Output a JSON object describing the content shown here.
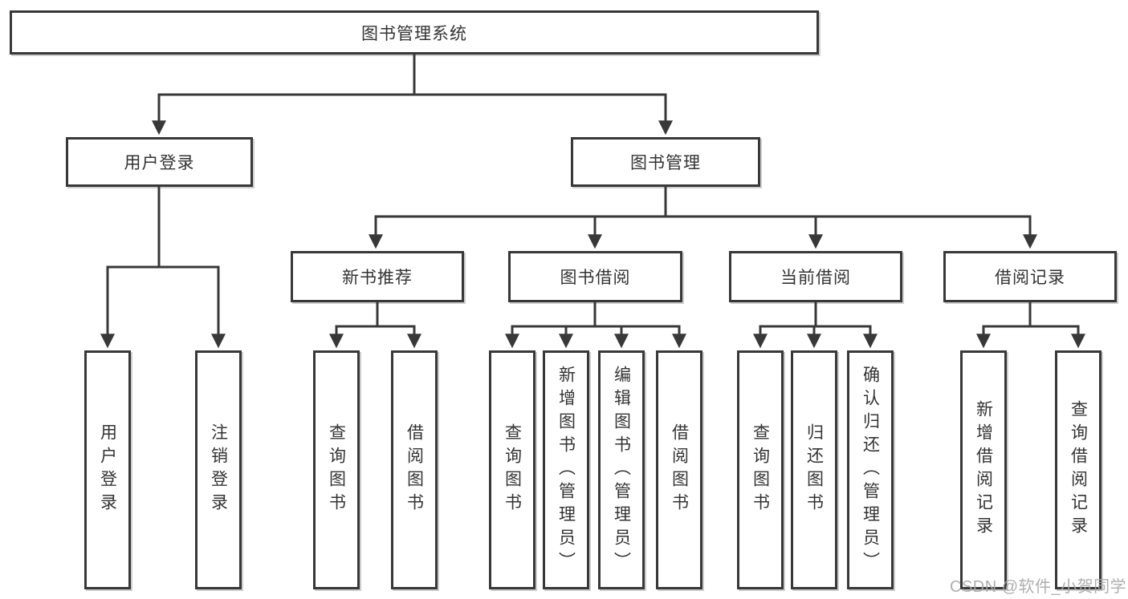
{
  "diagram_type": "hierarchy-tree",
  "colors": {
    "line": "#383838",
    "box_border": "#383838",
    "box_fill": "#ffffff",
    "text": "#333333",
    "watermark": "#a8a8a8"
  },
  "tree": {
    "label": "图书管理系统",
    "children": [
      {
        "label": "用户登录",
        "children": [
          {
            "label": "用户登录"
          },
          {
            "label": "注销登录"
          }
        ]
      },
      {
        "label": "图书管理",
        "children": [
          {
            "label": "新书推荐",
            "children": [
              {
                "label": "查询图书"
              },
              {
                "label": "借阅图书"
              }
            ]
          },
          {
            "label": "图书借阅",
            "children": [
              {
                "label": "查询图书"
              },
              {
                "label": "新增图书（管理员）"
              },
              {
                "label": "编辑图书（管理员）"
              },
              {
                "label": "借阅图书"
              }
            ]
          },
          {
            "label": "当前借阅",
            "children": [
              {
                "label": "查询图书"
              },
              {
                "label": "归还图书"
              },
              {
                "label": "确认归还（管理员）"
              }
            ]
          },
          {
            "label": "借阅记录",
            "children": [
              {
                "label": "新增借阅记录"
              },
              {
                "label": "查询借阅记录"
              }
            ]
          }
        ]
      }
    ]
  },
  "watermark": {
    "text": "CSDN @软件_小贺同学"
  }
}
